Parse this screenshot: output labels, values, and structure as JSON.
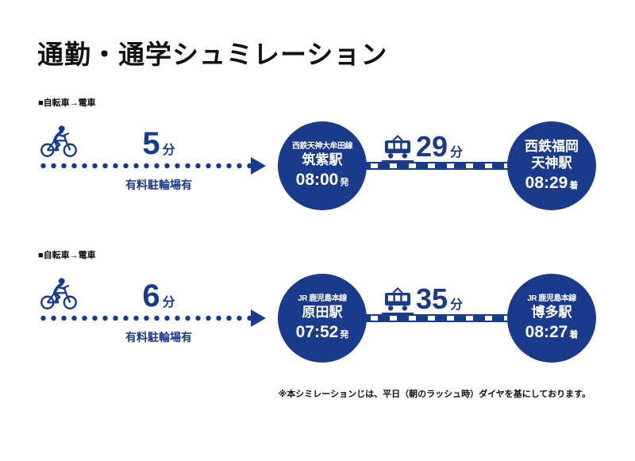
{
  "page": {
    "title": "通勤・通学シュミレーション",
    "footnote": "※本シミレーションじは、平日（朝のラッシュ時）ダイヤを基にしております。",
    "accent_color": "#1a3a8c"
  },
  "rows": [
    {
      "mode_label": "■自転車→電車",
      "bike_minutes": "5",
      "minutes_unit": "分",
      "parking_note": "有料駐輪場有",
      "depart": {
        "line": "西鉄天神大牟田線",
        "station": "筑紫駅",
        "station2": "",
        "time": "08:00",
        "suffix": "発"
      },
      "ride_minutes": "29",
      "ride_unit": "分",
      "arrive": {
        "line": "",
        "station": "西鉄福岡",
        "station2": "天神駅",
        "time": "08:29",
        "suffix": "着"
      }
    },
    {
      "mode_label": "■自転車→電車",
      "bike_minutes": "6",
      "minutes_unit": "分",
      "parking_note": "有料駐輪場有",
      "depart": {
        "line": "JR 鹿児島本線",
        "station": "原田駅",
        "station2": "",
        "time": "07:52",
        "suffix": "発"
      },
      "ride_minutes": "35",
      "ride_unit": "分",
      "arrive": {
        "line": "JR 鹿児島本線",
        "station": "博多駅",
        "station2": "",
        "time": "08:27",
        "suffix": "着"
      }
    }
  ]
}
